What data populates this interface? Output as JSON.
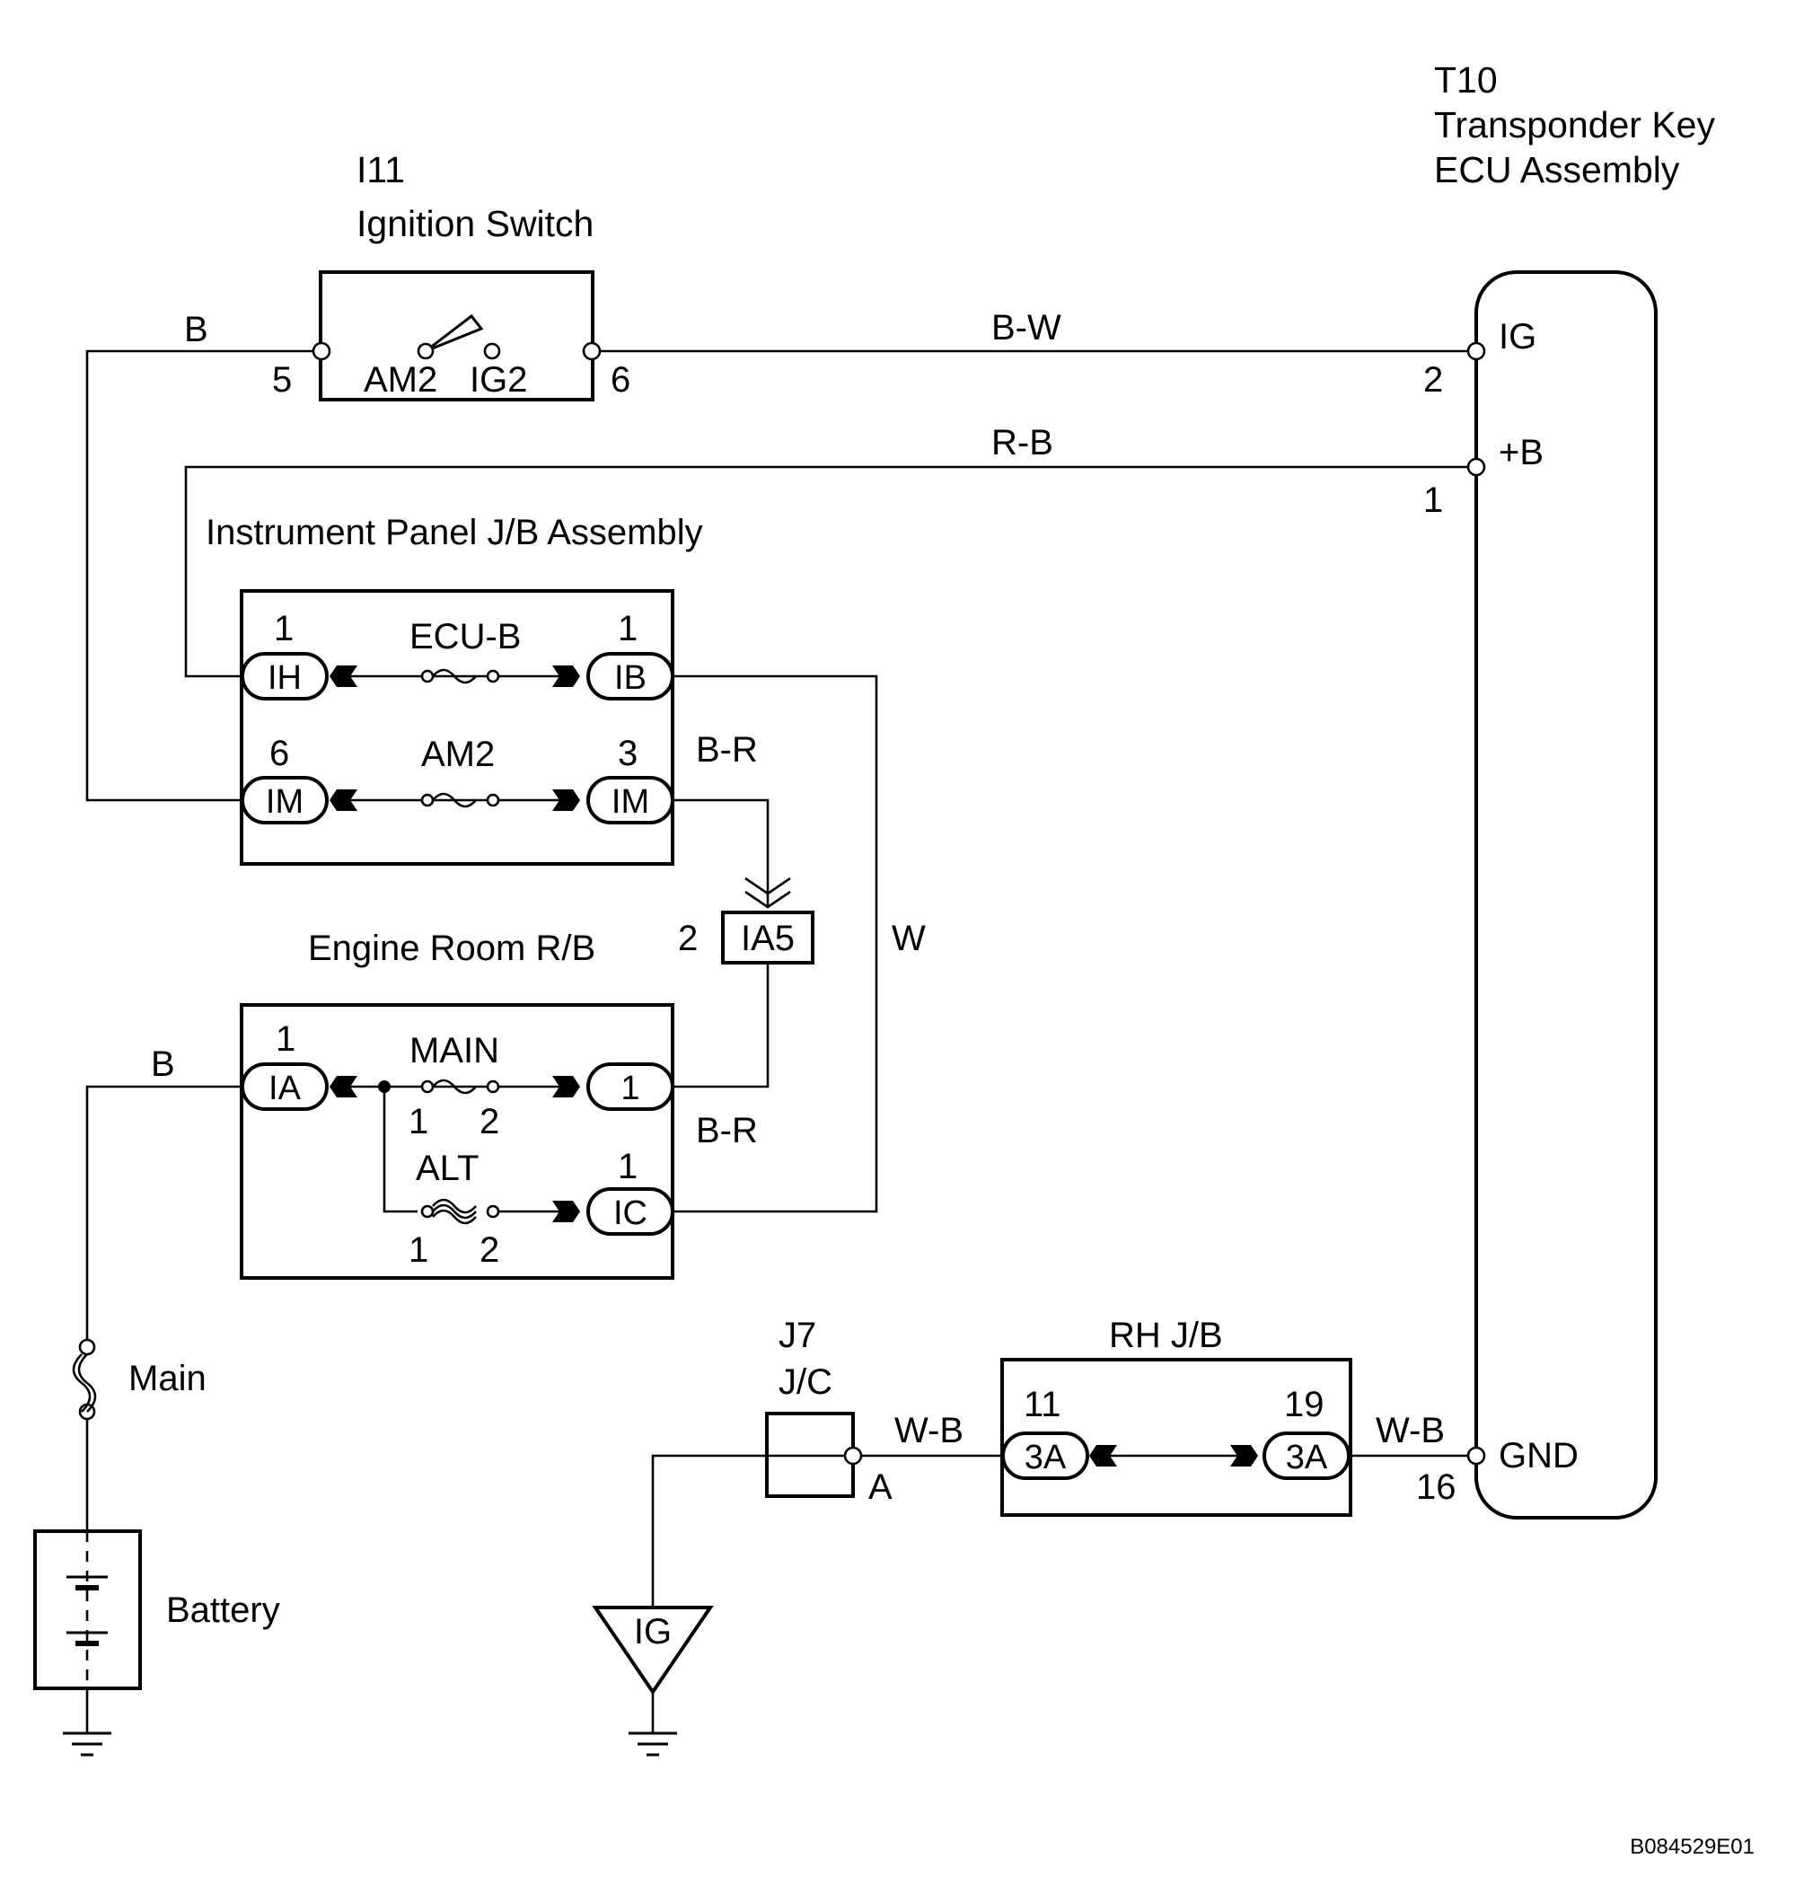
{
  "components": {
    "ignition_switch": {
      "code": "I11",
      "name": "Ignition Switch",
      "contact_left": "AM2",
      "contact_right": "IG2"
    },
    "ecu": {
      "code": "T10",
      "name_line1": "Transponder Key",
      "name_line2": "ECU Assembly",
      "pin_ig": "IG",
      "pin_b": "+B",
      "pin_gnd": "GND"
    },
    "ip_jb": {
      "name": "Instrument Panel J/B Assembly",
      "fuse_ecub": "ECU-B",
      "fuse_am2": "AM2"
    },
    "er_rb": {
      "name": "Engine Room R/B",
      "fuse_main": "MAIN",
      "fuse_alt": "ALT"
    },
    "connector_ia5": {
      "name": "IA5"
    },
    "jc": {
      "code": "J7",
      "name": "J/C",
      "terminal": "A"
    },
    "rh_jb": {
      "name": "RH J/B"
    },
    "main_fusible": {
      "name": "Main"
    },
    "battery": {
      "name": "Battery"
    },
    "ground_point": {
      "name": "IG"
    }
  },
  "connectors": {
    "ih": "IH",
    "ib": "IB",
    "im_left": "IM",
    "im_right": "IM",
    "ia": "IA",
    "er_1": "1",
    "ic": "IC",
    "rh_left": "3A",
    "rh_right": "3A"
  },
  "pins": {
    "sw_5": "5",
    "sw_6": "6",
    "ecu_2": "2",
    "ecu_1": "1",
    "ecu_16": "16",
    "ih_1": "1",
    "ib_1": "1",
    "im_6": "6",
    "im_3": "3",
    "ia5_2": "2",
    "ia_1": "1",
    "main_1": "1",
    "main_2": "2",
    "ic_1": "1",
    "alt_1": "1",
    "alt_2": "2",
    "rh_11": "11",
    "rh_19": "19"
  },
  "wire_colors": {
    "b_top": "B",
    "bw": "B-W",
    "rb": "R-B",
    "br_upper": "B-R",
    "w": "W",
    "br_lower": "B-R",
    "b_left": "B",
    "wb_left": "W-B",
    "wb_right": "W-B"
  },
  "diagram_code": "B084529E01"
}
